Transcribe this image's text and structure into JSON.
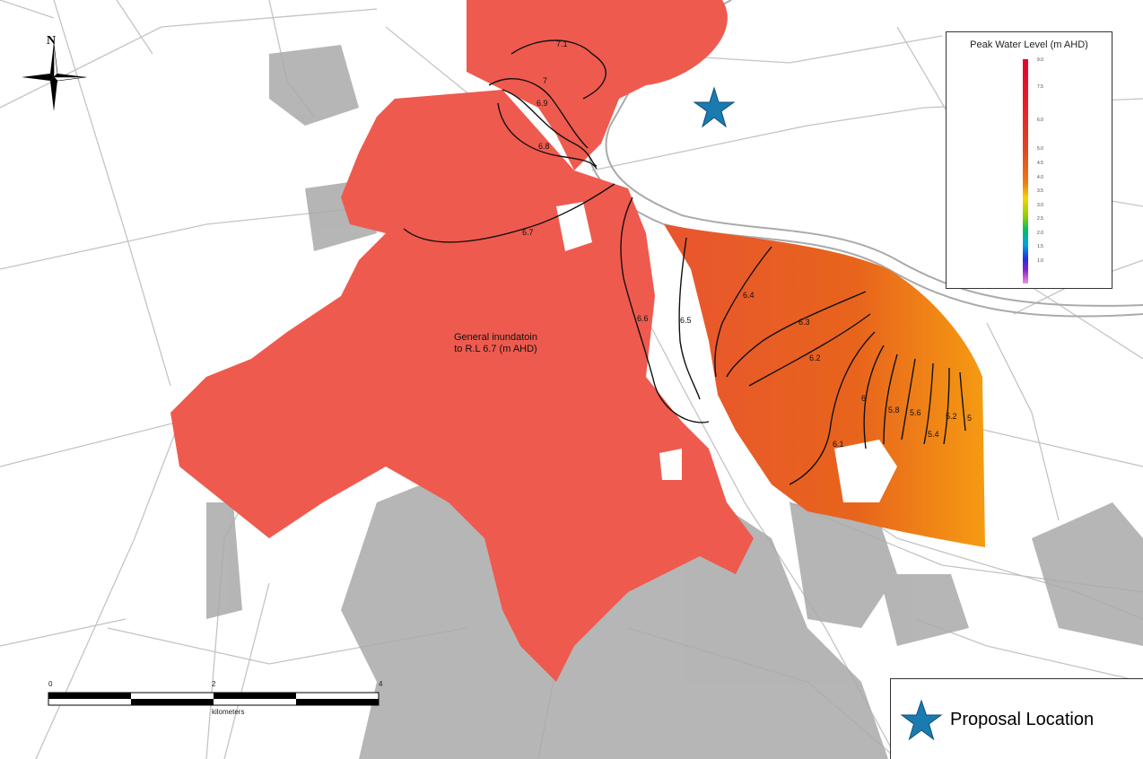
{
  "legend": {
    "title": "Peak Water Level (m AHD)",
    "ticks": [
      "9.0",
      "7.5",
      "6.0",
      "5.0",
      "4.5",
      "4.0",
      "3.5",
      "3.0",
      "2.5",
      "2.0",
      "1.5",
      "1.0"
    ]
  },
  "north_arrow": {
    "label": "N"
  },
  "scale_bar": {
    "labels": [
      "0",
      "2",
      "4"
    ],
    "unit": "kilometers"
  },
  "annotation": {
    "line1": "General inundatoin",
    "line2": "to R.L 6.7 (m AHD)"
  },
  "proposal": {
    "label": "Proposal Location",
    "icon": "star-icon",
    "color": "#1a7bb0"
  },
  "contours": [
    {
      "label": "7.1"
    },
    {
      "label": "7"
    },
    {
      "label": "6.9"
    },
    {
      "label": "6.8"
    },
    {
      "label": "6.7"
    },
    {
      "label": "6.6"
    },
    {
      "label": "6.5"
    },
    {
      "label": "6.4"
    },
    {
      "label": "6.3"
    },
    {
      "label": "6.2"
    },
    {
      "label": "6.1"
    },
    {
      "label": "6"
    },
    {
      "label": "5.8"
    },
    {
      "label": "5.6"
    },
    {
      "label": "5.4"
    },
    {
      "label": "5.2"
    },
    {
      "label": "5"
    }
  ],
  "colors": {
    "flood": "#ef5a4e",
    "flood_east": "#e8641c",
    "flood_far_east": "#f28a14",
    "roads": "#b8b8b8",
    "urban": "#a9a9a9"
  }
}
